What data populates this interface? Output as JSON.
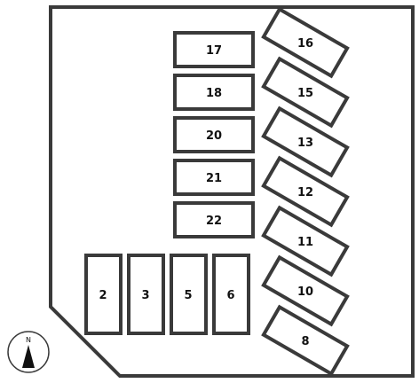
{
  "site_map": {
    "compass_label": "N",
    "buildings": [
      {
        "id": "17",
        "label": "17"
      },
      {
        "id": "18",
        "label": "18"
      },
      {
        "id": "20",
        "label": "20"
      },
      {
        "id": "21",
        "label": "21"
      },
      {
        "id": "22",
        "label": "22"
      },
      {
        "id": "2",
        "label": "2"
      },
      {
        "id": "3",
        "label": "3"
      },
      {
        "id": "5",
        "label": "5"
      },
      {
        "id": "6",
        "label": "6"
      },
      {
        "id": "16",
        "label": "16"
      },
      {
        "id": "15",
        "label": "15"
      },
      {
        "id": "13",
        "label": "13"
      },
      {
        "id": "12",
        "label": "12"
      },
      {
        "id": "11",
        "label": "11"
      },
      {
        "id": "10",
        "label": "10"
      },
      {
        "id": "8",
        "label": "8"
      }
    ]
  },
  "colors": {
    "outline": "#3a3a3a",
    "background": "#ffffff",
    "text": "#111111"
  }
}
